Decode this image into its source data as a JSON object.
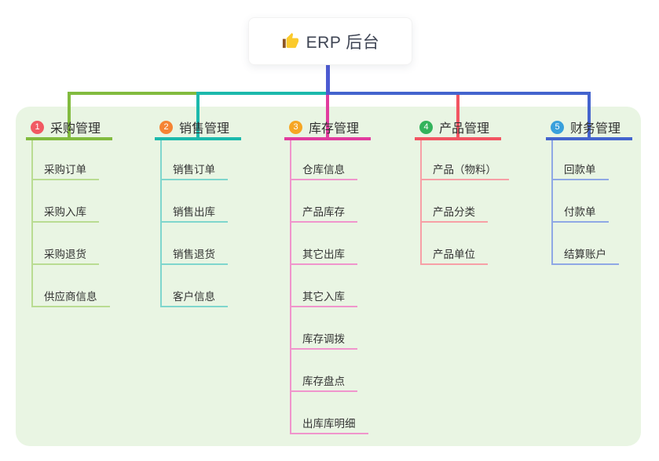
{
  "root": {
    "label": "ERP 后台",
    "icon": "thumbs-up-icon"
  },
  "canvas": {
    "page_background": "#ffffff",
    "panel_background": "#e9f5e3",
    "trunk_color": "#4c5bd2",
    "node_text_color": "#333333"
  },
  "branches": [
    {
      "index": "1",
      "title": "采购管理",
      "color": "#82bb3f",
      "child_line_color": "#b9dc92",
      "badge_color": "#f15a63",
      "children": [
        "采购订单",
        "采购入库",
        "采购退货",
        "供应商信息"
      ]
    },
    {
      "index": "2",
      "title": "销售管理",
      "color": "#1cb9ac",
      "child_line_color": "#7fd6cd",
      "badge_color": "#f58434",
      "children": [
        "销售订单",
        "销售出库",
        "销售退货",
        "客户信息"
      ]
    },
    {
      "index": "3",
      "title": "库存管理",
      "color": "#e13c9e",
      "child_line_color": "#f095cc",
      "badge_color": "#f6a623",
      "children": [
        "仓库信息",
        "产品库存",
        "其它出库",
        "其它入库",
        "库存调拨",
        "库存盘点",
        "出库库明细"
      ]
    },
    {
      "index": "4",
      "title": "产品管理",
      "color": "#f25562",
      "child_line_color": "#f7a0a6",
      "badge_color": "#33b35c",
      "children": [
        "产品（物料）",
        "产品分类",
        "产品单位"
      ]
    },
    {
      "index": "5",
      "title": "财务管理",
      "color": "#4464ce",
      "child_line_color": "#8fa8e5",
      "badge_color": "#39a0dc",
      "children": [
        "回款单",
        "付款单",
        "结算账户"
      ]
    }
  ]
}
